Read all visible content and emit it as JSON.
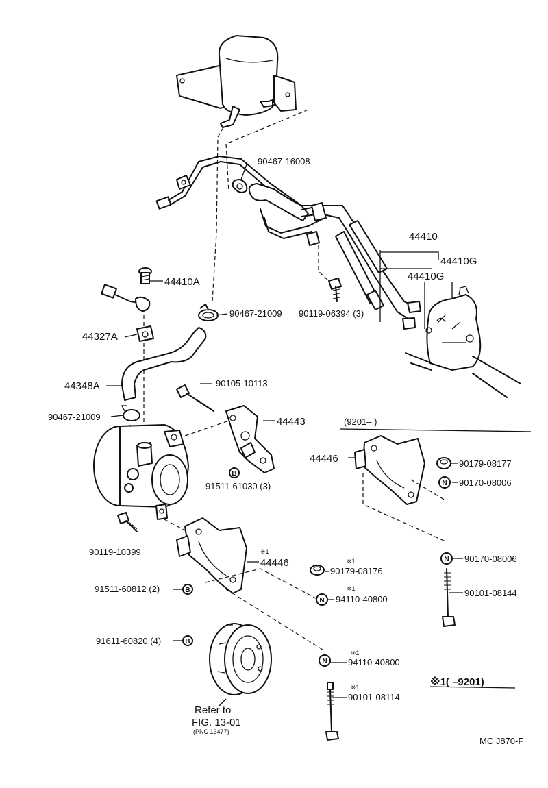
{
  "labels": {
    "p_90467_16008": "90467-16008",
    "p_44410": "44410",
    "p_44410G_a": "44410G",
    "p_44410G_b": "44410G",
    "p_44410A": "44410A",
    "p_90467_21009_top": "90467-21009",
    "p_90119_06394": "90119-06394 (3)",
    "p_44327A": "44327A",
    "p_44348A": "44348A",
    "p_90105_10113": "90105-10113",
    "p_90467_21009_left": "90467-21009",
    "p_44443": "44443",
    "p_91511_61030": "91511-61030 (3)",
    "p_90119_10399": "90119-10399",
    "p_44446_a": "44446",
    "p_91511_60812": "91511-60812 (2)",
    "p_91611_60820": "91611-60820 (4)",
    "p_90179_08176": "90179-08176",
    "p_94110_40800_a": "94110-40800",
    "p_94110_40800_b": "94110-40800",
    "p_90101_08114": "90101-08114",
    "p_44446_b": "44446",
    "p_90179_08177": "90179-08177",
    "p_90170_08006_a": "90170-08006",
    "p_90170_08006_b": "90170-08006",
    "p_90101_08144": "90101-08144",
    "date_range_right": "(9201–      )",
    "legend_note": "※1(         –9201)",
    "refer_line1": "Refer to",
    "refer_line2": "FIG. 13-01",
    "refer_line3": "(PNC 13477)",
    "figure_code": "MC J870-F"
  },
  "marks": {
    "note": "※1",
    "bolt": "B",
    "nut": "N"
  }
}
